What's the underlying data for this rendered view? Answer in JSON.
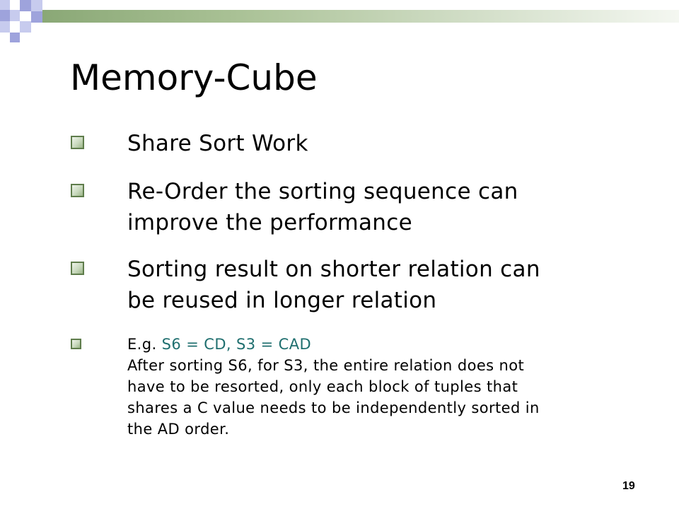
{
  "slide": {
    "title": "Memory-Cube",
    "bullets": [
      {
        "lines": [
          "Share Sort Work"
        ]
      },
      {
        "lines": [
          "Re-Order the sorting sequence can",
          "improve the performance"
        ]
      },
      {
        "lines": [
          "Sorting result on shorter relation can",
          "be reused in longer relation"
        ]
      }
    ],
    "example": {
      "prefix": "E.g. ",
      "highlight": "S6 = CD, S3 = CAD",
      "lines": [
        "After sorting S6, for S3, the entire relation does not",
        "have to be resorted, only each block of tuples that",
        "shares a C value needs to be independently sorted in",
        "the AD order."
      ]
    },
    "page_number": "19"
  },
  "colors": {
    "accent_green": "#8aa876",
    "decor_blue": "#9ea3dc",
    "highlight_teal": "#1f6f6f"
  }
}
